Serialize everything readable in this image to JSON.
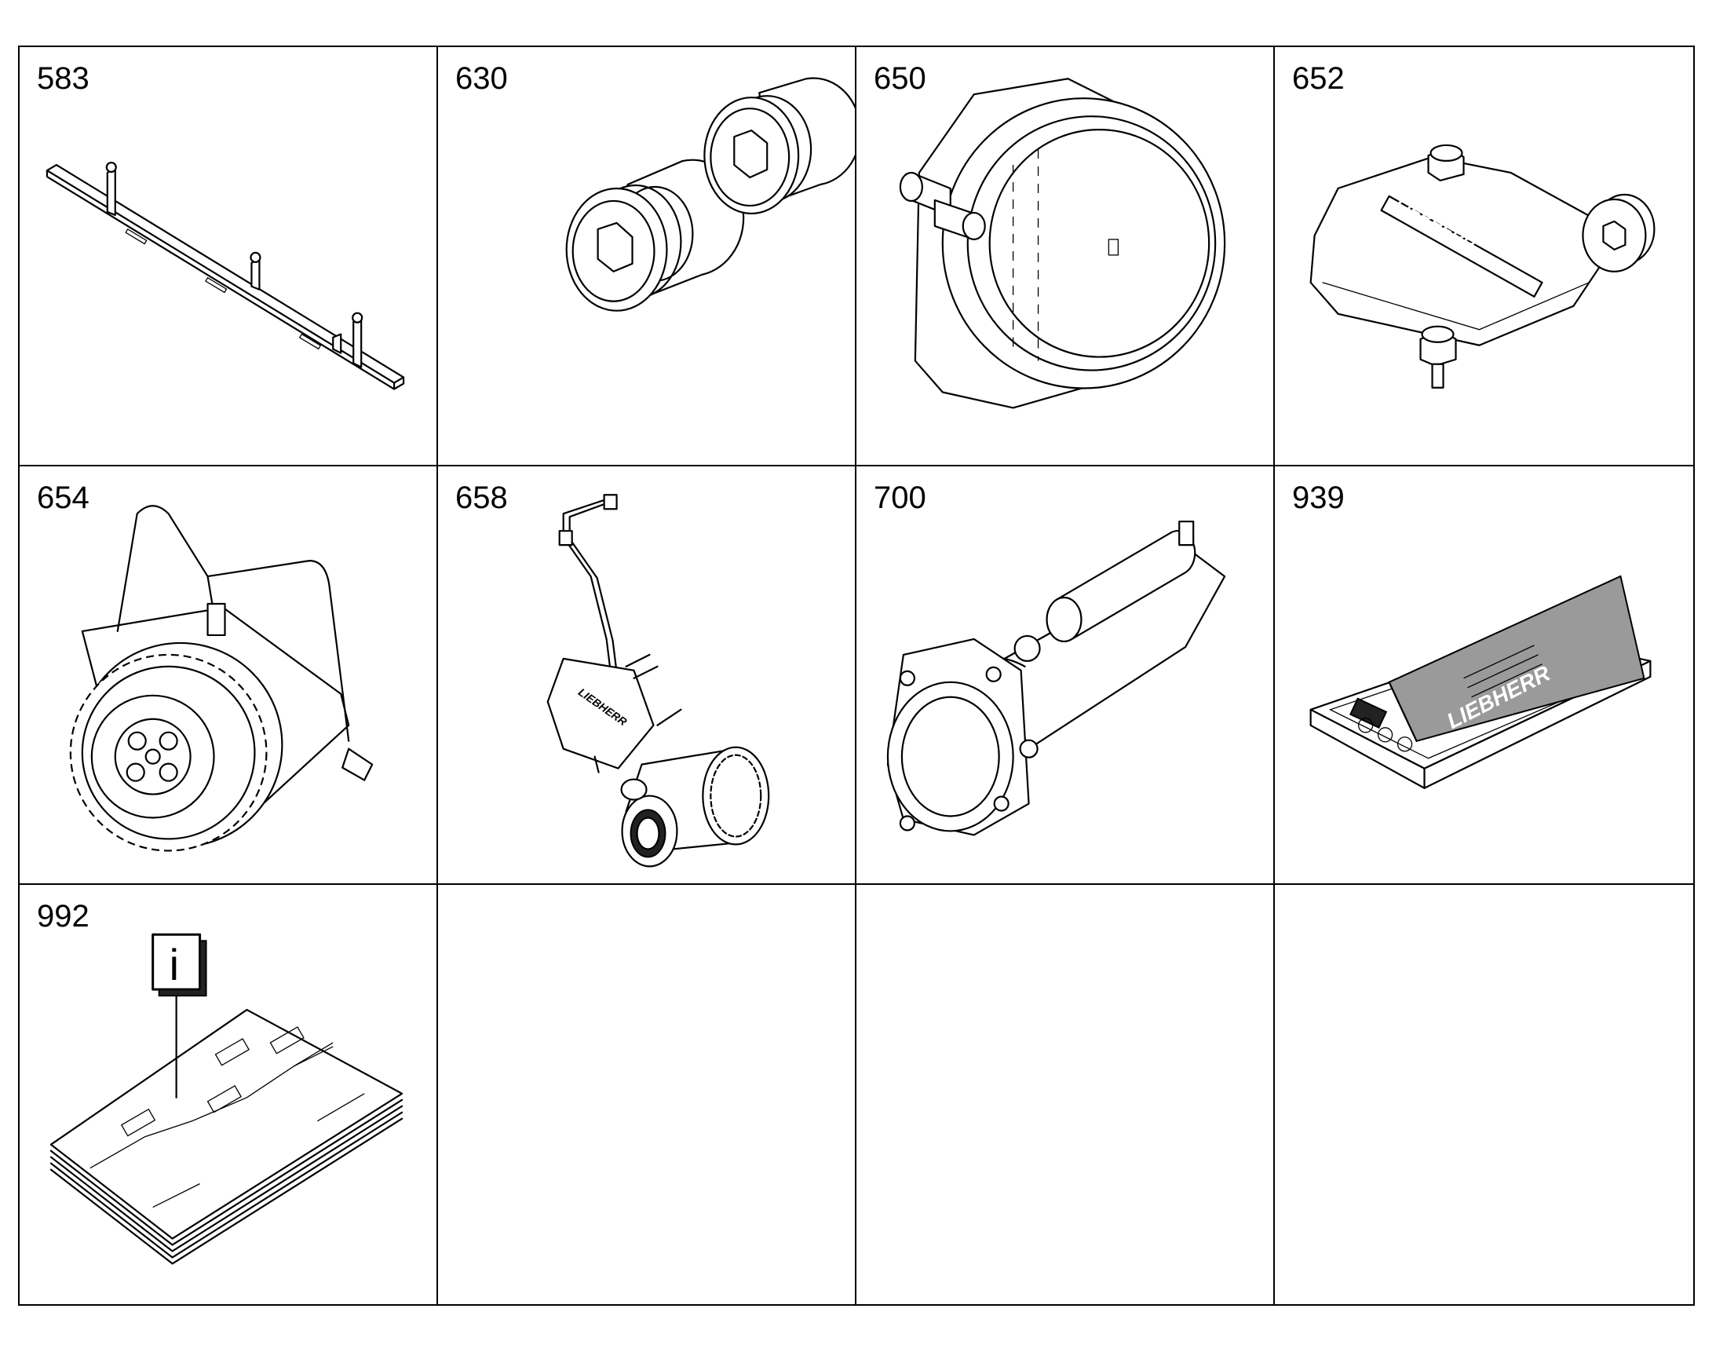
{
  "cells": [
    {
      "number": "583",
      "icon": "wiring-bracket-icon"
    },
    {
      "number": "630",
      "icon": "screw-plug-icon"
    },
    {
      "number": "650",
      "icon": "flywheel-housing-icon"
    },
    {
      "number": "652",
      "icon": "cylinder-head-cover-icon"
    },
    {
      "number": "654",
      "icon": "high-pressure-pump-icon"
    },
    {
      "number": "658",
      "icon": "pump-drive-kit-icon"
    },
    {
      "number": "700",
      "icon": "intake-pipe-icon"
    },
    {
      "number": "939",
      "icon": "tool-case-icon"
    },
    {
      "number": "992",
      "icon": "documentation-icon"
    },
    {
      "number": "",
      "icon": ""
    },
    {
      "number": "",
      "icon": ""
    },
    {
      "number": "",
      "icon": ""
    }
  ],
  "logos": {
    "brand": "LIEBHERR"
  }
}
